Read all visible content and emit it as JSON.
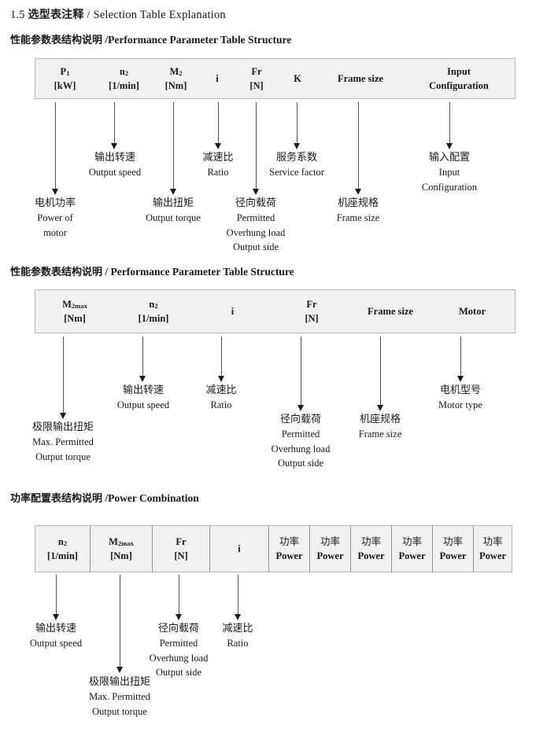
{
  "doc": {
    "title_number": "1.5",
    "title_cn": "选型表注释",
    "title_sep": "/",
    "title_en": "Selection Table Explanation"
  },
  "sections": [
    {
      "heading_cn": "性能参数表结构说明",
      "heading_sep": "/",
      "heading_en": "Performance Parameter Table Structure",
      "table": {
        "columns": [
          {
            "line1": "P",
            "sub1": "1",
            "line2": "[kW]"
          },
          {
            "line1": "n",
            "sub1": "2",
            "line2": "[1/min]"
          },
          {
            "line1": "M",
            "sub1": "2",
            "line2": "[Nm]"
          },
          {
            "line1": "i",
            "sub1": "",
            "line2": ""
          },
          {
            "line1": "Fr",
            "sub1": "",
            "line2": "[N]"
          },
          {
            "line1": "K",
            "sub1": "",
            "line2": ""
          },
          {
            "line1": "Frame size",
            "sub1": "",
            "line2": ""
          },
          {
            "line1": "Input",
            "sub1": "",
            "line2": "Configuration"
          }
        ]
      },
      "annotations": [
        {
          "cn": "电机功率",
          "en": [
            "Power of",
            "motor"
          ]
        },
        {
          "cn": "输出转速",
          "en": [
            "Output speed"
          ]
        },
        {
          "cn": "输出扭矩",
          "en": [
            "Output torque"
          ]
        },
        {
          "cn": "减速比",
          "en": [
            "Ratio"
          ]
        },
        {
          "cn": "径向载荷",
          "en": [
            "Permitted",
            "Overhung load",
            "Output side"
          ]
        },
        {
          "cn": "服务系数",
          "en": [
            "Service factor"
          ]
        },
        {
          "cn": "机座规格",
          "en": [
            "Frame size"
          ]
        },
        {
          "cn": "输入配置",
          "en": [
            "Input",
            "Configuration"
          ]
        }
      ]
    },
    {
      "heading_cn": "性能参数表结构说明",
      "heading_sep": "/",
      "heading_en": "Performance Parameter Table Structure",
      "table": {
        "columns": [
          {
            "line1": "M",
            "sub1": "2max",
            "line2": "[Nm]"
          },
          {
            "line1": "n",
            "sub1": "2",
            "line2": "[1/min]"
          },
          {
            "line1": "i",
            "sub1": "",
            "line2": ""
          },
          {
            "line1": "Fr",
            "sub1": "",
            "line2": "[N]"
          },
          {
            "line1": "Frame size",
            "sub1": "",
            "line2": ""
          },
          {
            "line1": "Motor",
            "sub1": "",
            "line2": ""
          }
        ]
      },
      "annotations": [
        {
          "cn": "极限输出扭矩",
          "en": [
            "Max. Permitted",
            "Output  torque"
          ]
        },
        {
          "cn": "输出转速",
          "en": [
            "Output speed"
          ]
        },
        {
          "cn": "减速比",
          "en": [
            "Ratio"
          ]
        },
        {
          "cn": "径向载荷",
          "en": [
            "Permitted",
            "Overhung load",
            "Output side"
          ]
        },
        {
          "cn": "机座规格",
          "en": [
            "Frame size"
          ]
        },
        {
          "cn": "电机型号",
          "en": [
            "Motor type"
          ]
        }
      ]
    },
    {
      "heading_cn": "功率配置表结构说明",
      "heading_sep": "/",
      "heading_en": "Power Combination",
      "table": {
        "columns": [
          {
            "line1": "n",
            "sub1": "2",
            "line2": "[1/min]"
          },
          {
            "line1": "M",
            "sub1": "2max",
            "line2": "[Nm]"
          },
          {
            "line1": "Fr",
            "sub1": "",
            "line2": "[N]"
          },
          {
            "line1": "i",
            "sub1": "",
            "line2": ""
          },
          {
            "line1": "功率",
            "sub1": "",
            "line2": "Power"
          },
          {
            "line1": "功率",
            "sub1": "",
            "line2": "Power"
          },
          {
            "line1": "功率",
            "sub1": "",
            "line2": "Power"
          },
          {
            "line1": "功率",
            "sub1": "",
            "line2": "Power"
          },
          {
            "line1": "功率",
            "sub1": "",
            "line2": "Power"
          },
          {
            "line1": "功率",
            "sub1": "",
            "line2": "Power"
          }
        ]
      },
      "annotations": [
        {
          "cn": "输出转速",
          "en": [
            "Output speed"
          ]
        },
        {
          "cn": "极限输出扭矩",
          "en": [
            "Max. Permitted",
            "Output  torque"
          ]
        },
        {
          "cn": "径向载荷",
          "en": [
            "Permitted",
            "Overhung load",
            "Output side"
          ]
        },
        {
          "cn": "减速比",
          "en": [
            "Ratio"
          ]
        }
      ]
    }
  ],
  "colors": {
    "table_fill": "#f1f1f1",
    "table_border": "#b9b9b9",
    "arrow": "#1b1b1b",
    "text": "#1a1a1a"
  }
}
